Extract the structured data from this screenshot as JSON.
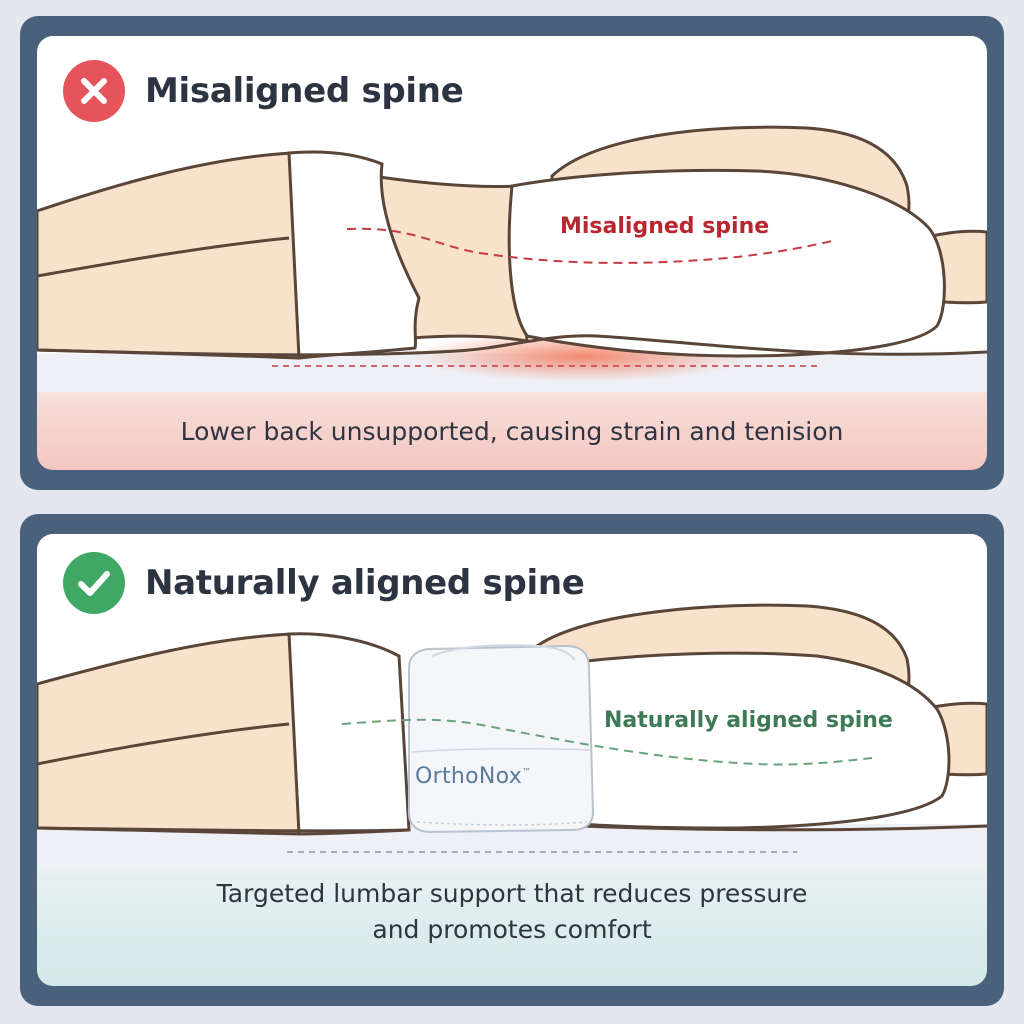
{
  "panels": {
    "top": {
      "status": "incorrect",
      "status_icon": "x-circle-icon",
      "status_color": "#e4545a",
      "heading": "Misaligned spine",
      "spine_label": "Misaligned spine",
      "spine_color": "#b8262f",
      "caption": "Lower back unsupported, causing strain and tenision"
    },
    "bottom": {
      "status": "correct",
      "status_icon": "check-circle-icon",
      "status_color": "#3fa865",
      "heading": "Naturally aligned spine",
      "spine_label": "Naturally aligned spine",
      "spine_color": "#3f7a56",
      "caption_line1": "Targeted lumbar support that reduces pressure",
      "caption_line2": "and promotes comfort",
      "pillow_brand": "OrthoNox",
      "pillow_trademark": "™"
    }
  },
  "colors": {
    "frame": "#4a617c",
    "skin": "#f8e2cc",
    "outline": "#5a4638",
    "pressure": "#f2795a"
  }
}
